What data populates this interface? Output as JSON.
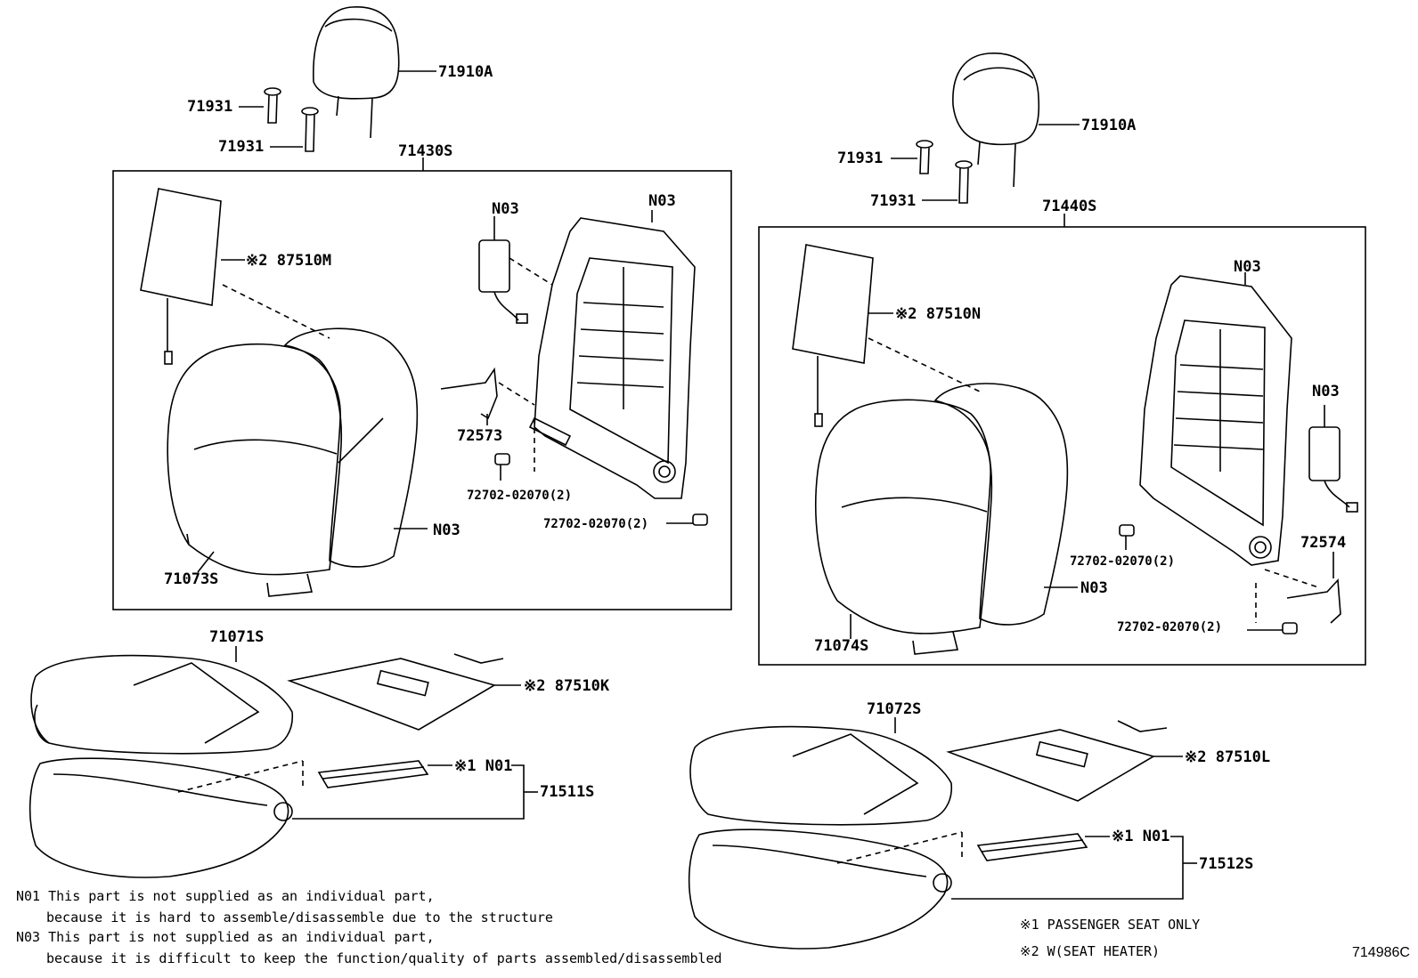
{
  "labels": {
    "l_71910A": "71910A",
    "l_71931_a": "71931",
    "l_71931_b": "71931",
    "l_71430S": "71430S",
    "l_87510M": "※2 87510M",
    "l_N03_a": "N03",
    "l_N03_b": "N03",
    "l_72573": "72573",
    "l_72702_a": "72702-02070(2)",
    "l_72702_b": "72702-02070(2)",
    "l_N03_c": "N03",
    "l_71073S": "71073S",
    "l_71071S": "71071S",
    "l_87510K": "※2 87510K",
    "l_N01_a": "※1 N01",
    "l_71511S": "71511S",
    "r_71910A": "71910A",
    "r_71931_a": "71931",
    "r_71931_b": "71931",
    "r_71440S": "71440S",
    "r_87510N": "※2 87510N",
    "r_N03_a": "N03",
    "r_N03_b": "N03",
    "r_72574": "72574",
    "r_72702_a": "72702-02070(2)",
    "r_72702_b": "72702-02070(2)",
    "r_N03_c": "N03",
    "r_71074S": "71074S",
    "r_71072S": "71072S",
    "r_87510L": "※2 87510L",
    "r_N01": "※1 N01",
    "r_71512S": "71512S"
  },
  "notes": {
    "n01_line1": "N01  This part is not supplied as an individual part,",
    "n01_line2": "because it is hard to assemble/disassemble due to the structure",
    "n03_line1": "N03  This part is not supplied as an individual part,",
    "n03_line2": "because it is difficult to keep the function/quality of parts assembled/disassembled",
    "legend1": "※1  PASSENGER SEAT ONLY",
    "legend2": "※2  W(SEAT HEATER)",
    "ref_code": "714986C"
  }
}
